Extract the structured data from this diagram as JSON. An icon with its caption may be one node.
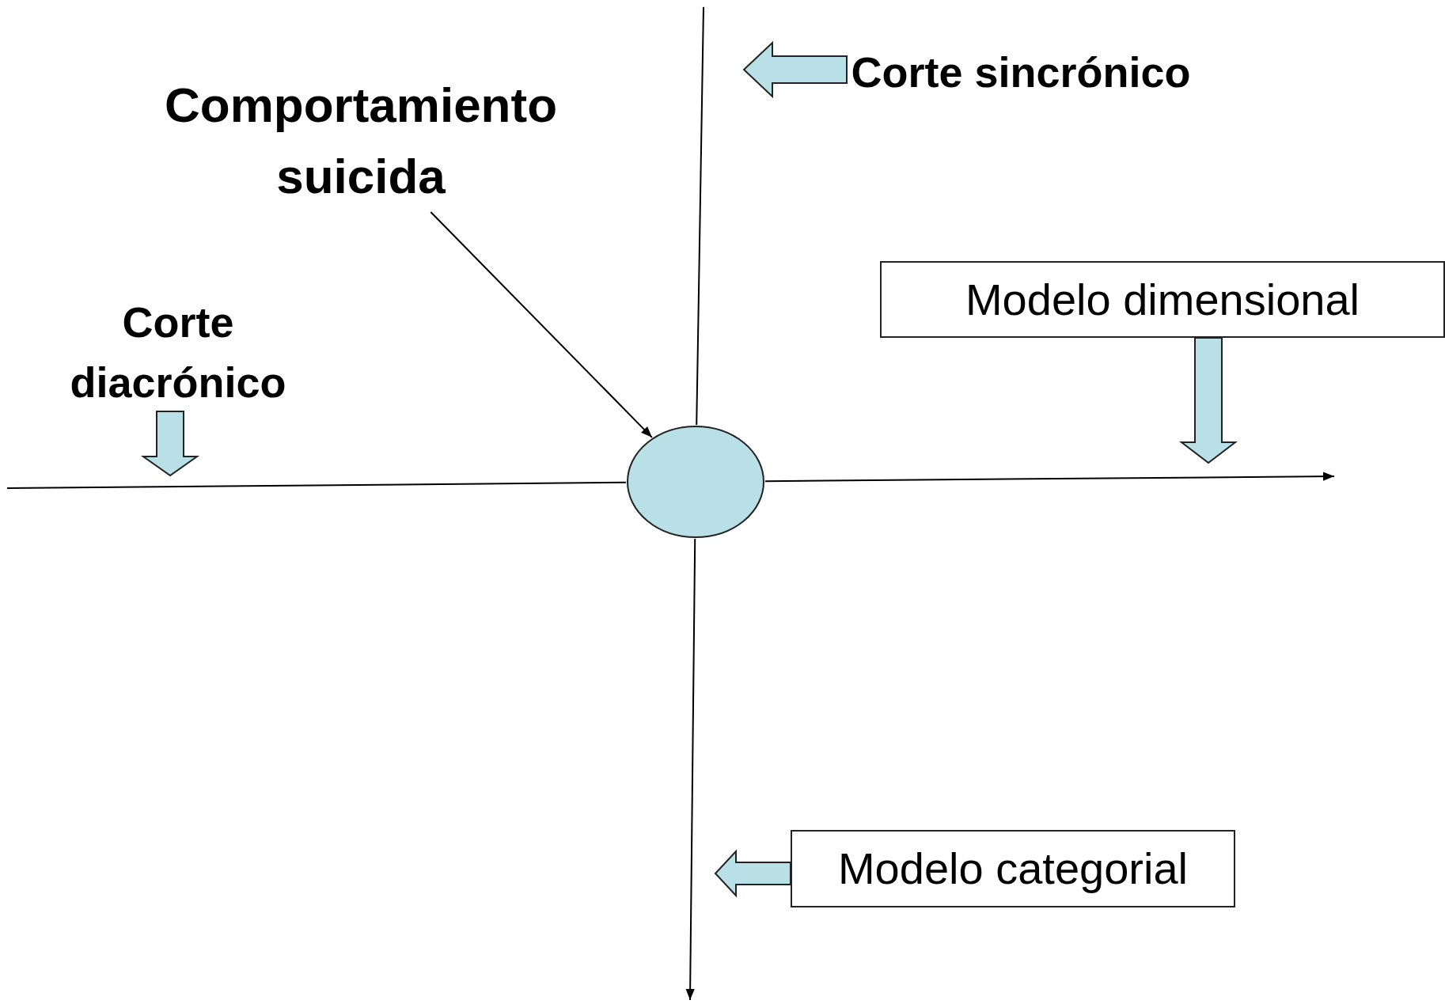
{
  "diagram": {
    "nodes": [
      {
        "text": [
          "Comportamiento suicida"
        ]
      },
      {
        "text": [],
        "shape": "ellipse"
      },
      {
        "text": [
          "Corte  sincrónico"
        ]
      },
      {
        "text": [
          "Modelo dimensional"
        ]
      },
      {
        "text": [
          "Corte diacrónico"
        ]
      },
      {
        "text": [
          "Modelo categorial"
        ]
      }
    ],
    "edges": [
      {
        "from": 0,
        "to": 1,
        "arrow": "to"
      },
      {
        "from": null,
        "to": 1,
        "arrow": "none"
      },
      {
        "from": 1,
        "to": null,
        "arrow": "to"
      },
      {
        "from": null,
        "to": 1,
        "arrow": "none"
      },
      {
        "from": 1,
        "to": null,
        "arrow": "to"
      },
      {
        "from": 2,
        "to": null,
        "arrow": "to",
        "style": "thick",
        "color": "#b9e0e6"
      },
      {
        "from": 3,
        "to": null,
        "arrow": "to",
        "style": "thick",
        "color": "#b9e0e6"
      },
      {
        "from": 4,
        "to": null,
        "arrow": "to",
        "style": "thick",
        "color": "#b9e0e6"
      },
      {
        "from": 5,
        "to": null,
        "arrow": "to",
        "style": "thick",
        "color": "#b9e0e6"
      }
    ]
  }
}
